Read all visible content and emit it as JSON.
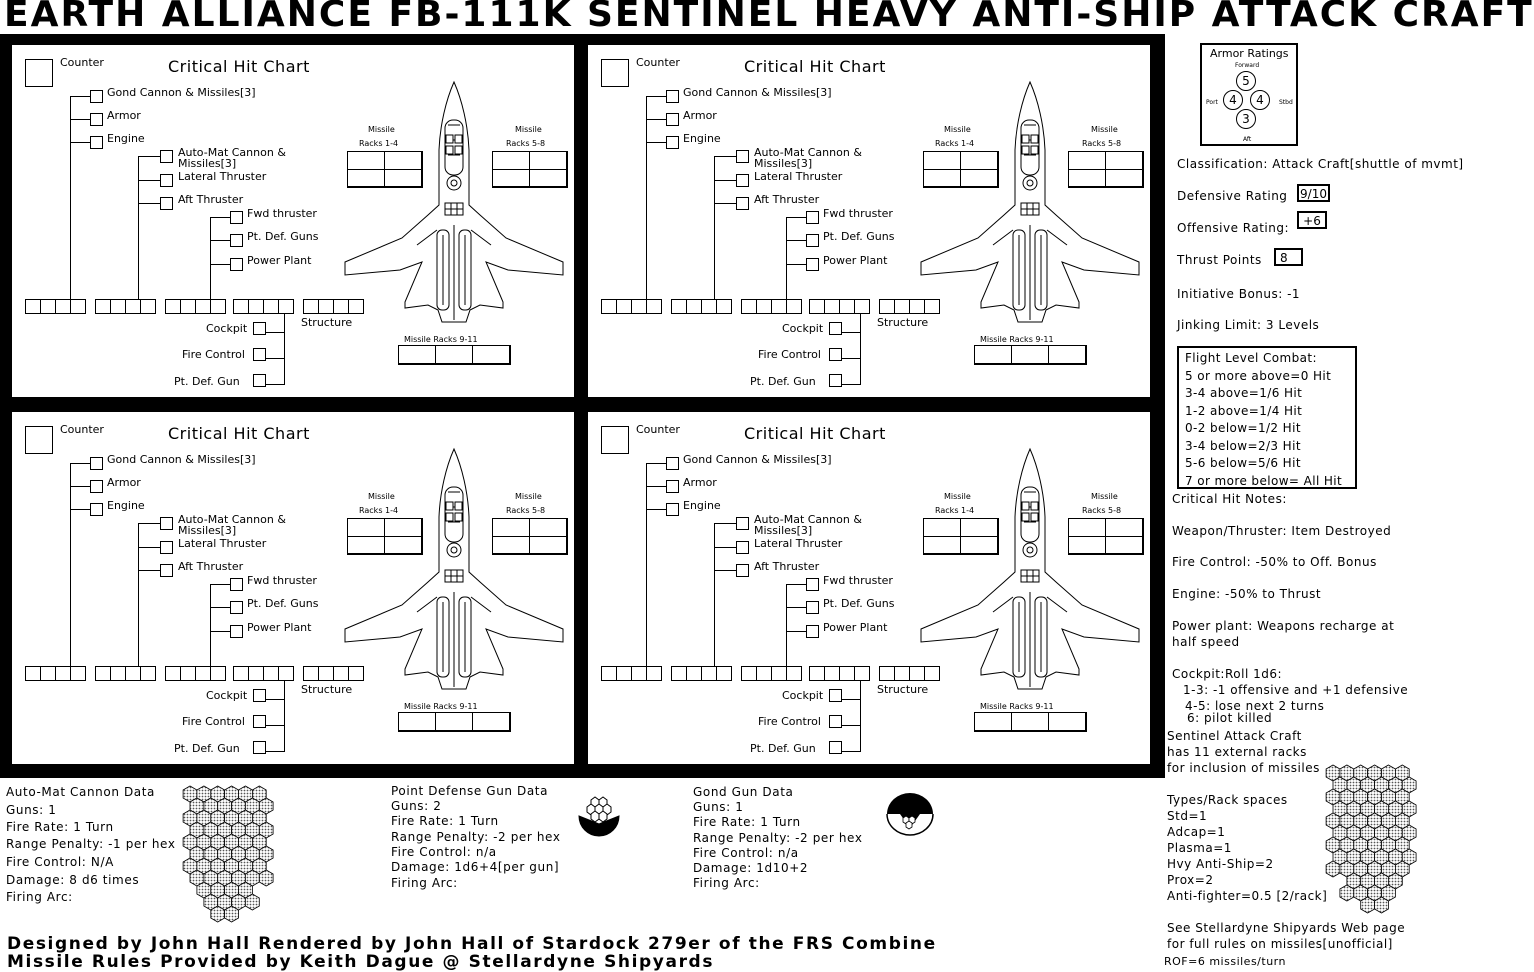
{
  "title": "EARTH ALLIANCE FB-111K SENTINEL HEAVY ANTI-SHIP ATTACK CRAFT",
  "panel": {
    "counter": "Counter",
    "chart_title": "Critical Hit Chart",
    "items": {
      "gond": "Gond Cannon & Missiles[3]",
      "armor": "Armor",
      "engine": "Engine",
      "automat1": "Auto-Mat Cannon &",
      "automat2": "Missiles[3]",
      "lateral": "Lateral Thruster",
      "aft": "Aft Thruster",
      "fwd": "Fwd thruster",
      "ptdef": "Pt. Def. Guns",
      "power": "Power Plant",
      "structure": "Structure",
      "cockpit": "Cockpit",
      "fire": "Fire Control",
      "ptdefgun": "Pt. Def. Gun"
    },
    "missile_left": [
      "Missile",
      "Racks 1-4"
    ],
    "missile_right": [
      "Missile",
      "Racks 5-8"
    ],
    "missile_bottom": "Missile Racks 9-11"
  },
  "armor": {
    "title": "Armor Ratings",
    "forward_label": "Forward",
    "aft_label": "Aft",
    "port_label": "Port",
    "stbd_label": "Stbd",
    "forward": "5",
    "port": "4",
    "stbd": "4",
    "aft": "3"
  },
  "stats": {
    "classification": "Classification: Attack Craft[shuttle of mvmt]",
    "defensive_label": "Defensive Rating",
    "defensive": "9/10",
    "offensive_label": "Offensive Rating:",
    "offensive": "+6",
    "thrust_label": "Thrust Points",
    "thrust": "8",
    "initiative": "Initiative Bonus: -1",
    "jinking": "Jinking Limit: 3 Levels"
  },
  "flight_level": [
    "Flight Level Combat:",
    "5 or more above=0 Hit",
    "3-4 above=1/6 Hit",
    "1-2 above=1/4 Hit",
    "0-2 below=1/2 Hit",
    "3-4 below=2/3 Hit",
    "5-6 below=5/6 Hit",
    "7 or more below= All Hit"
  ],
  "notes": {
    "header": "Critical Hit Notes:",
    "weapon": "Weapon/Thruster: Item Destroyed",
    "fire": "Fire Control: -50% to Off. Bonus",
    "engine": "Engine: -50% to Thrust",
    "power1": "Power plant: Weapons recharge at",
    "power2": "half speed",
    "cockpit": "Cockpit:Roll 1d6:",
    "c1": "1-3: -1 offensive and +1 defensive",
    "c2": "4-5: lose next 2 turns",
    "c3": "6: pilot killed",
    "sentinel1": "Sentinel Attack Craft",
    "sentinel2": "has 11 external racks",
    "sentinel3": "for inclusion of missiles"
  },
  "types": {
    "header": "Types/Rack spaces",
    "items": [
      "Std=1",
      "Adcap=1",
      "Plasma=1",
      "Hvy Anti-Ship=2",
      "Prox=2",
      "Anti-fighter=0.5 [2/rack]"
    ],
    "see1": "See Stellardyne Shipyards Web page",
    "see2": "for full rules on missiles[unofficial]",
    "rof": "ROF=6 missiles/turn"
  },
  "automat": [
    "Auto-Mat Cannon Data",
    "Guns: 1",
    "Fire Rate: 1 Turn",
    "Range Penalty: -1 per hex",
    "Fire Control: N/A",
    "Damage: 8 d6  times",
    "Firing Arc:"
  ],
  "pointdef": [
    "Point Defense Gun Data",
    "Guns: 2",
    "Fire Rate: 1 Turn",
    "Range Penalty: -2 per hex",
    "Fire Control: n/a",
    "Damage: 1d6+4[per gun]",
    "Firing Arc:"
  ],
  "gond": [
    "Gond Gun Data",
    "Guns: 1",
    "Fire Rate: 1 Turn",
    "Range Penalty: -2 per hex",
    "Fire Control: n/a",
    "Damage: 1d10+2",
    "Firing Arc:"
  ],
  "credits": [
    "Designed by John Hall  Rendered by John Hall of Stardock 279er of the FRS Combine",
    "Missile Rules Provided by Keith Dague @ Stellardyne Shipyards"
  ]
}
